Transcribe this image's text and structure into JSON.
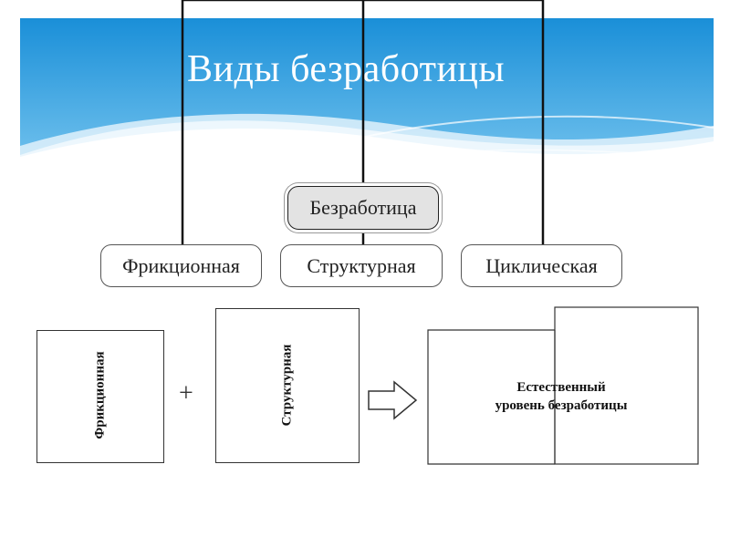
{
  "title": "Виды безработицы",
  "root": {
    "label": "Безработица"
  },
  "types": [
    {
      "label": "Фрикционная"
    },
    {
      "label": "Структурная"
    },
    {
      "label": "Циклическая"
    }
  ],
  "formula": {
    "term1": "Фрикционная",
    "operator": "+",
    "term2": "Структурная",
    "result_line1": "Естественный",
    "result_line2": "уровень безработицы"
  },
  "colors": {
    "banner_top": "#1a8fd8",
    "banner_bottom": "#7cc8f0",
    "title": "#ffffff"
  }
}
